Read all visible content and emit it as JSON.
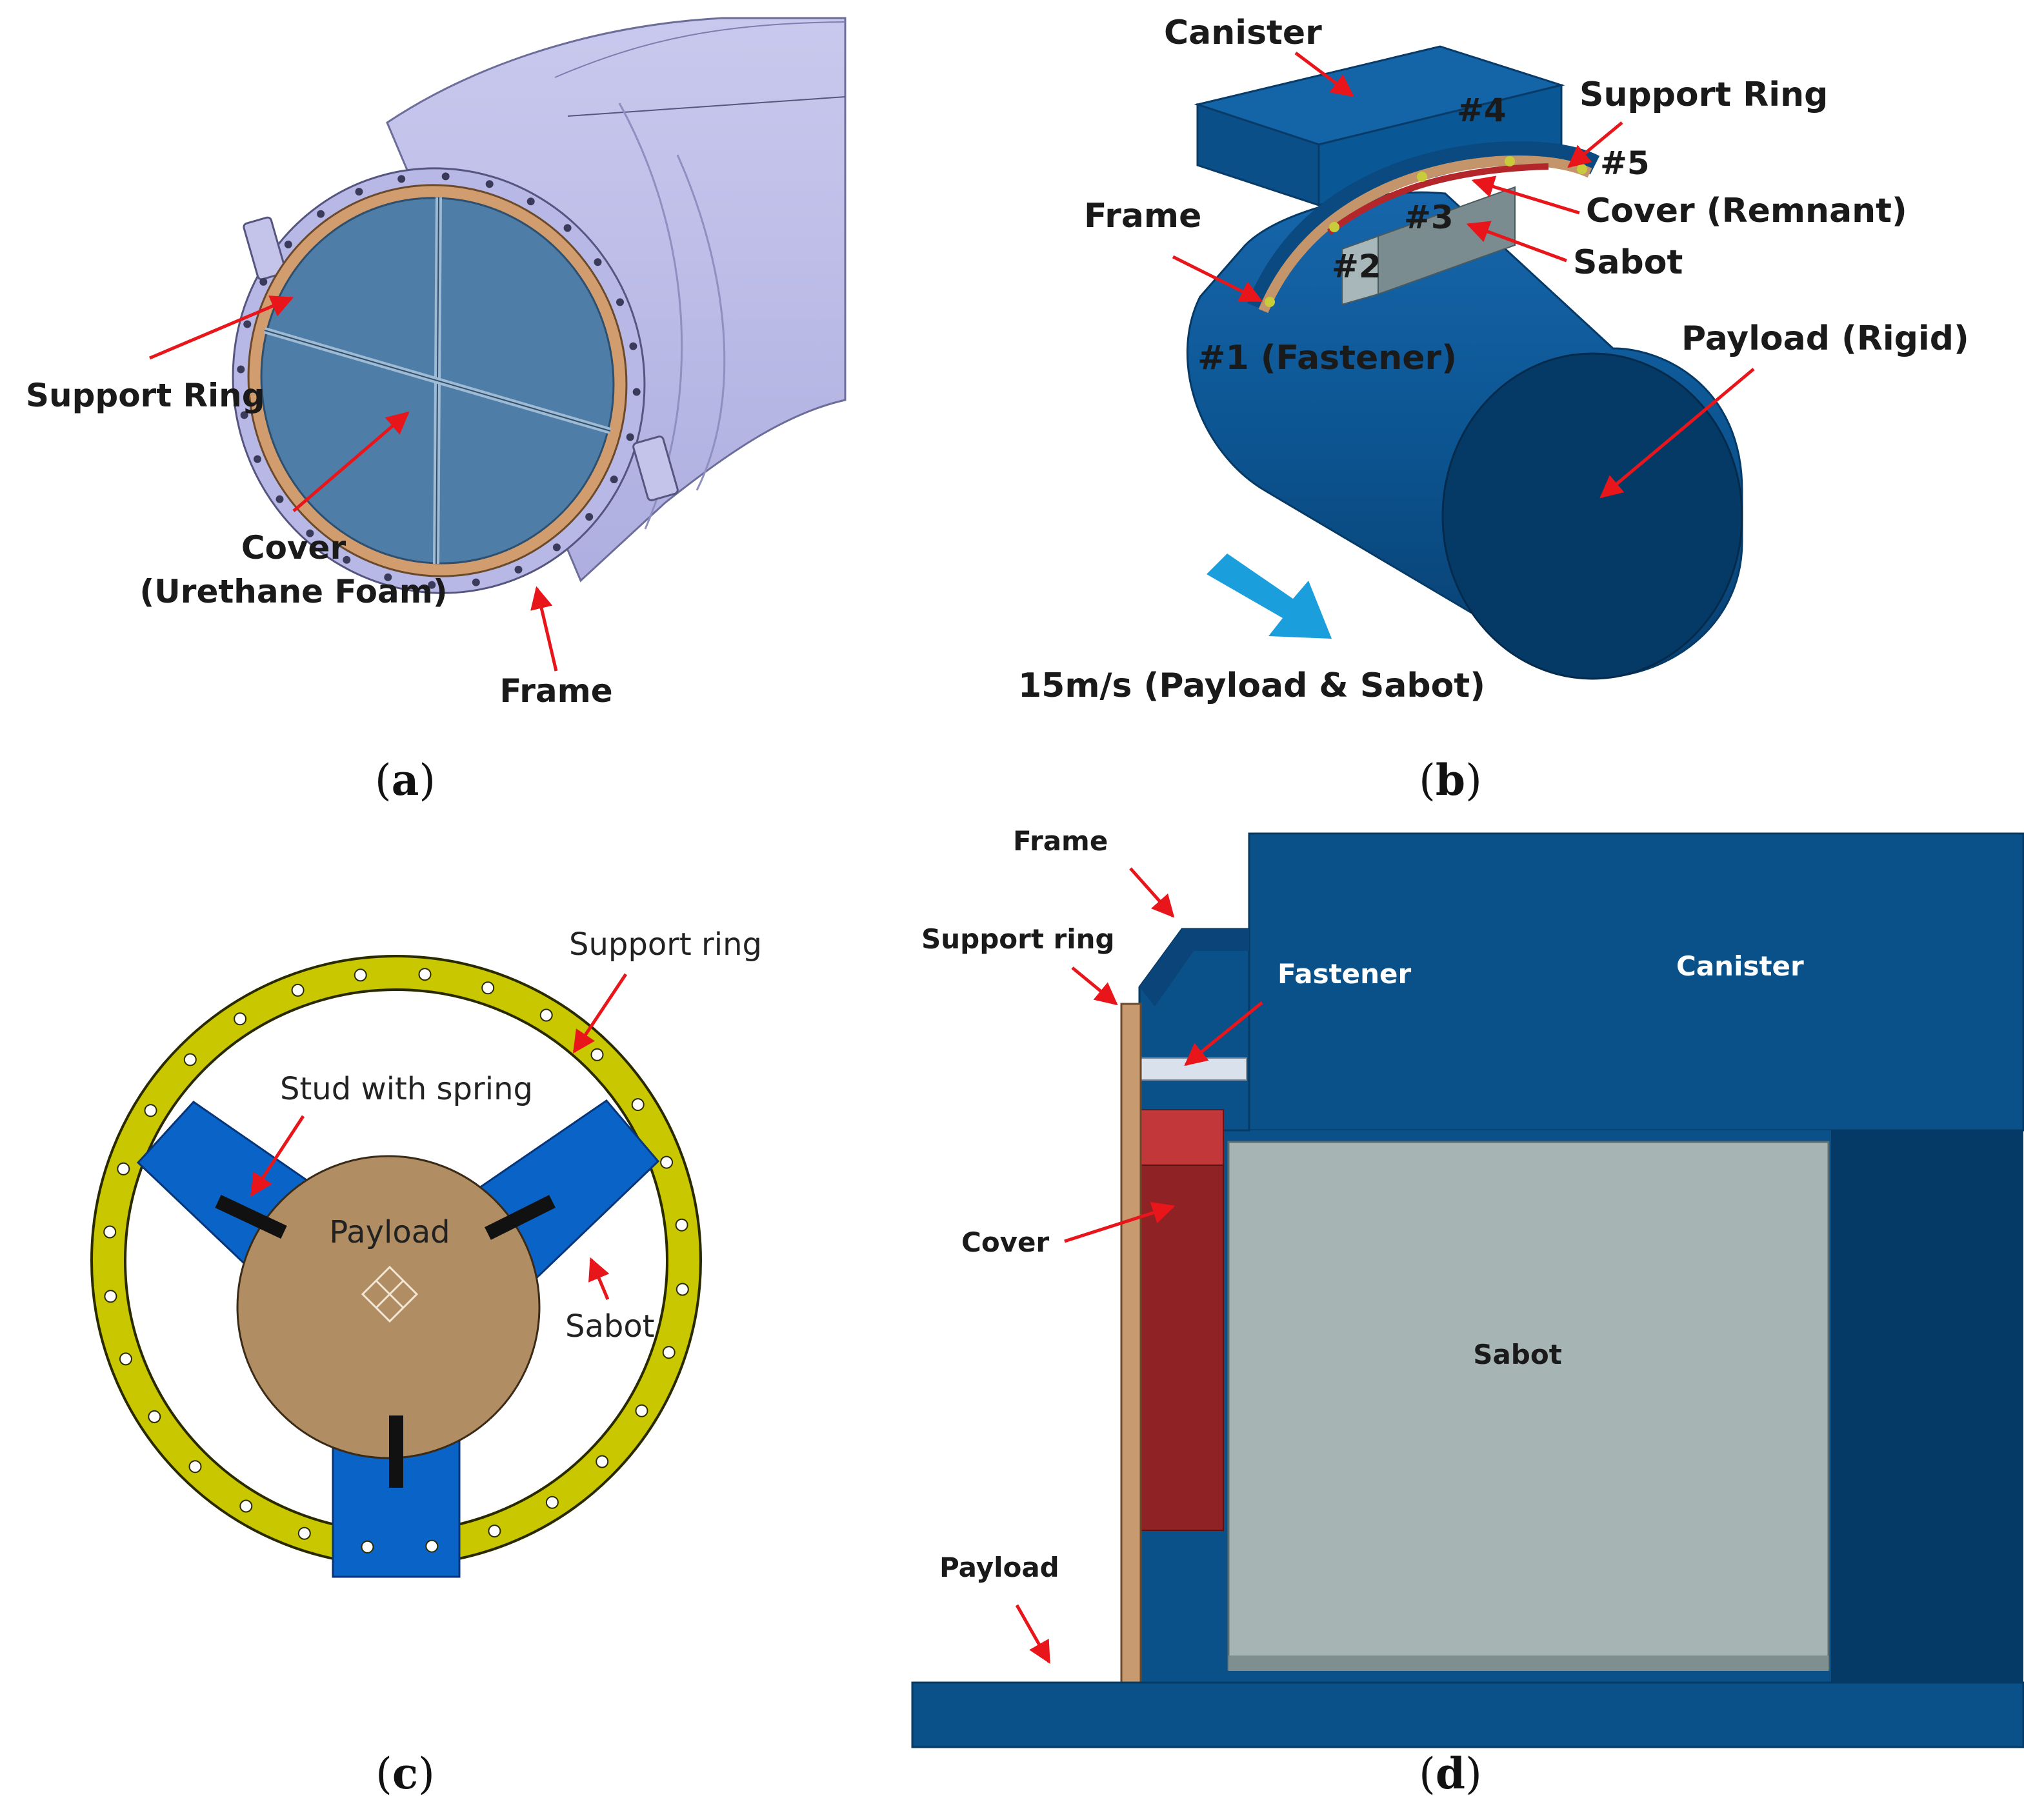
{
  "colors": {
    "arrow": "#e8151a",
    "canister_blue": "#0b5189",
    "payload_dark": "#063a66",
    "sabot_gray": "#a6b4b4",
    "cover_red": "#8e2224",
    "ring_yellow": "#c9c700",
    "sabot_leg_blue": "#0a63c6",
    "payload_tan": "#b08d62",
    "flow_arrow": "#1b9fdc"
  },
  "panel_a": {
    "caption_letter": "a",
    "support_ring": "Support Ring",
    "cover_line1": "Cover",
    "cover_line2": "(Urethane Foam)",
    "frame": "Frame"
  },
  "panel_b": {
    "caption_letter": "b",
    "canister": "Canister",
    "support_ring": "Support Ring",
    "cover_remnant": "Cover (Remnant)",
    "sabot": "Sabot",
    "frame": "Frame",
    "payload_rigid": "Payload (Rigid)",
    "fastener": "#1 (Fastener)",
    "n2": "#2",
    "n3": "#3",
    "n4": "#4",
    "n5": "#5",
    "velocity": "15m/s (Payload & Sabot)"
  },
  "panel_c": {
    "caption_letter": "c",
    "support_ring": "Support ring",
    "stud": "Stud with spring",
    "payload": "Payload",
    "sabot": "Sabot"
  },
  "panel_d": {
    "caption_letter": "d",
    "frame": "Frame",
    "support_ring": "Support ring",
    "fastener": "Fastener",
    "canister": "Canister",
    "cover": "Cover",
    "sabot": "Sabot",
    "payload": "Payload"
  }
}
